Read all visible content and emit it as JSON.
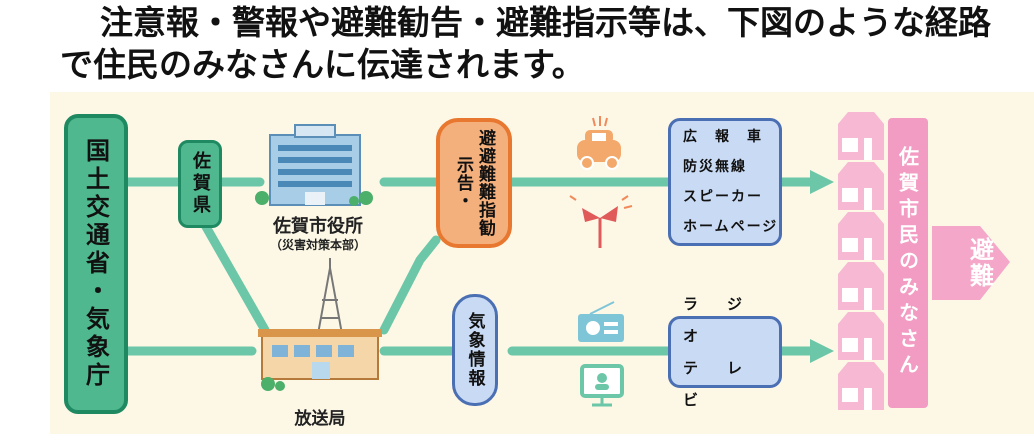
{
  "heading": {
    "line1": "注意報・警報や避難勧告・避難指示等は、下図のような経路",
    "line2": "で住民のみなさんに伝達されます。"
  },
  "diagram": {
    "source": "国土交通省・気象庁",
    "prefecture": "佐賀県",
    "city_office": "佐賀市役所",
    "city_office_sub": "（災害対策本部）",
    "broadcaster": "放送局",
    "evacuation_advice": "避避難難指勧示告・",
    "weather_info": "気象情報",
    "media_top": [
      "広　報　車",
      "防災無線",
      "スピーカー",
      "ホームページ"
    ],
    "media_bottom": [
      "ラ　ジ　オ",
      "テ　レ　ビ"
    ],
    "residents": "佐賀市民のみなさん",
    "evacuate": "避難"
  },
  "colors": {
    "green_line": "#6cc6a8",
    "green_box_fill": "#4fb88f",
    "green_box_border": "#1f8a62",
    "orange_fill": "#f4b07c",
    "orange_border": "#e8772f",
    "blue_fill": "#c8daf4",
    "blue_border": "#4b6fb3",
    "pink": "#f29cc3",
    "house": "#f6b8d2",
    "panel": "#fdf8e6"
  },
  "icons": [
    "building-icon",
    "tower-icon",
    "car-icon",
    "siren-icon",
    "radio-icon",
    "tv-icon",
    "house-icon"
  ]
}
